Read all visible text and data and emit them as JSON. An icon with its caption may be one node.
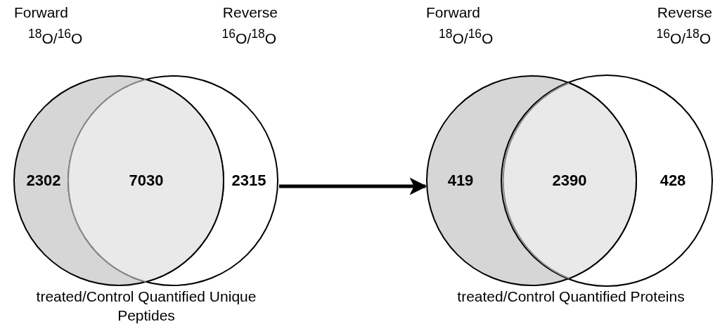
{
  "diagram": {
    "nodes": [
      {
        "text": [
          "Forward",
          "$^{18}$O/$^{16}$O",
          "2302"
        ]
      },
      {
        "text": [
          "Reverse",
          "$^{16}$O/$^{18}$O",
          "2315"
        ]
      },
      {
        "text": [
          "7030"
        ]
      },
      {
        "text": [
          "Forward",
          "$^{18}$O/$^{16}$O",
          "419"
        ]
      },
      {
        "text": [
          "Reverse",
          "$^{16}$O/$^{18}$O",
          "428"
        ]
      },
      {
        "text": [
          "2390"
        ]
      }
    ],
    "edges": [
      {
        "from": 1,
        "to": 3,
        "arrow": "to"
      }
    ],
    "labels": [
      "treated/Control Quantified Unique Peptides",
      "treated/Control Quantified Proteins"
    ]
  }
}
